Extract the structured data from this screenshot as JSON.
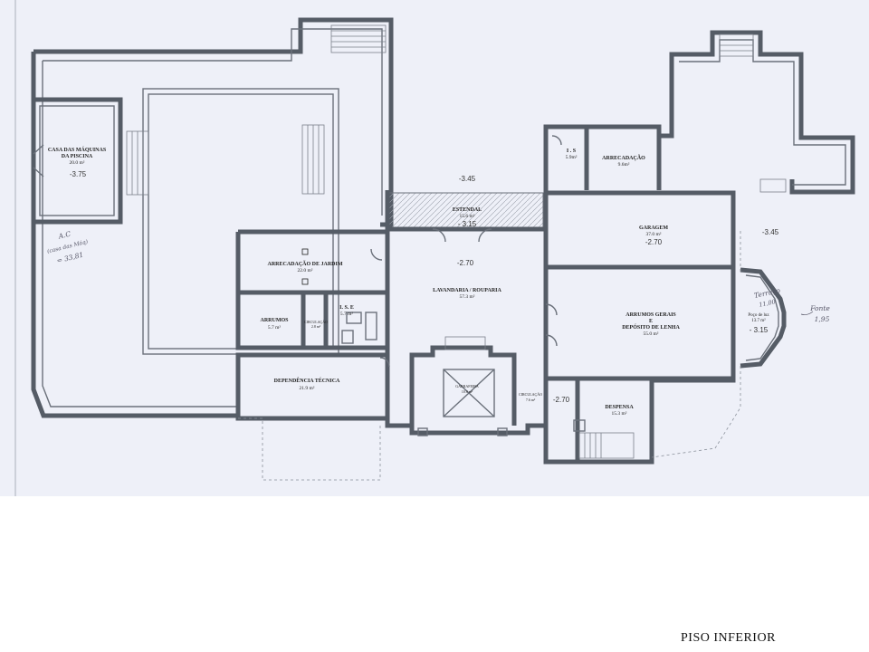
{
  "sheet_title": "PISO INFERIOR",
  "rooms": {
    "casa_maquinas": {
      "name_line1": "CASA DAS MÁQUINAS",
      "name_line2": "DA PISCINA",
      "area": "20.0 m²",
      "level": "-3.75"
    },
    "is_top": {
      "name": "I . S",
      "area": "5.9m²"
    },
    "arrecadacao": {
      "name": "ARRECADAÇÃO",
      "area": "9.6m²"
    },
    "estendal": {
      "name": "ESTENDAL",
      "area": "15.6 m²",
      "level": "- 3.15"
    },
    "garagem": {
      "name": "GARAGEM",
      "area": "37.0 m²",
      "level": "-2.70"
    },
    "arrecadacao_jardim": {
      "name": "ARRECADAÇÃO DE JARDIM",
      "area": "22.0 m²"
    },
    "lavandaria": {
      "name": "LAVANDARIA / ROUPARIA",
      "area": "57.3 m²",
      "level": "-2.70"
    },
    "arrumos_gerais": {
      "name_line1": "ARRUMOS GERAIS",
      "name_line2": "E",
      "name_line3": "DEPÓSITO DE LENHA",
      "area": "55.0 m²"
    },
    "arrumos": {
      "name": "ARRUMOS",
      "area": "5.7 m²"
    },
    "circulacao_left": {
      "name": "CIRCULAÇÃO",
      "area": "2.8 m²"
    },
    "ise": {
      "name": "I. S.  E",
      "area": "5.7 m²"
    },
    "poco_luz": {
      "name_line1": "Poço de luz",
      "area": "13.7 m²",
      "level": "- 3.15"
    },
    "dependencia_tecnica": {
      "name": "DEPENDÊNCIA TÉCNICA",
      "area": "21.9 m²"
    },
    "garrafeira": {
      "name": "GARRAFEIRA",
      "area": "10.0 m²"
    },
    "circulacao_right": {
      "name": "CIRCULAÇÃO",
      "area": "7.6 m²"
    },
    "despensa": {
      "name": "DESPENSA",
      "area": "15.3 m²"
    }
  },
  "levels": {
    "estendal_top": "-3.45",
    "exterior_right": "-3.45",
    "circulacao": "-2.70"
  },
  "handwritten": {
    "ac_line1": "A.C",
    "ac_line2": "(casa das Máq)",
    "ac_line3": "= 33,81",
    "terraco_line1": "Terraço",
    "terraco_line2": "11,00",
    "fonte_line1": "Fonte",
    "fonte_line2": "1,95"
  },
  "colors": {
    "paper": "#eef0f8",
    "wall": "#555c66",
    "handwriting": "#556"
  }
}
